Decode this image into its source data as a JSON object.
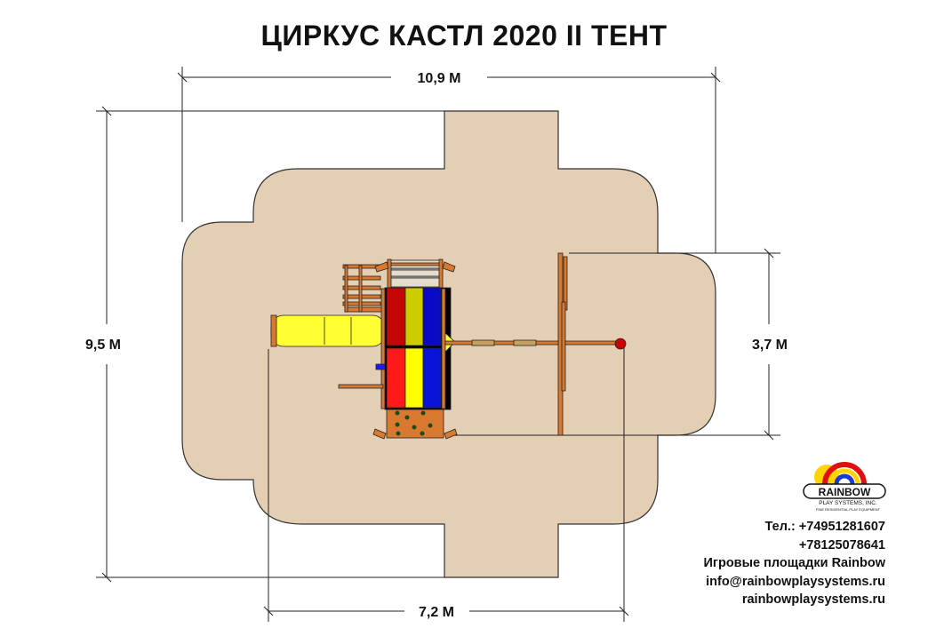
{
  "title": "ЦИРКУС КАСТЛ 2020 II ТЕНТ",
  "dimensions": {
    "width_total": "10,9 М",
    "height_total": "9,5 М",
    "structure_depth": "3,7 М",
    "structure_width": "7,2 М"
  },
  "logo": {
    "brand": "RAINBOW",
    "company": "PLAY SYSTEMS, INC.",
    "tagline": "FINE RESIDENTIAL PLAY EQUIPMENT"
  },
  "contact": {
    "phone1": "Тел.: +74951281607",
    "phone2": "+78125078641",
    "company_name": "Игровые площадки Rainbow",
    "email": "info@rainbowplaysystems.ru",
    "website": "rainbowplaysystems.ru"
  },
  "colors": {
    "zone": "#e4cfb4",
    "wood": "#d9792f",
    "red": "#ff1a1a",
    "yellow": "#ffff00",
    "blue": "#0a14d8"
  }
}
